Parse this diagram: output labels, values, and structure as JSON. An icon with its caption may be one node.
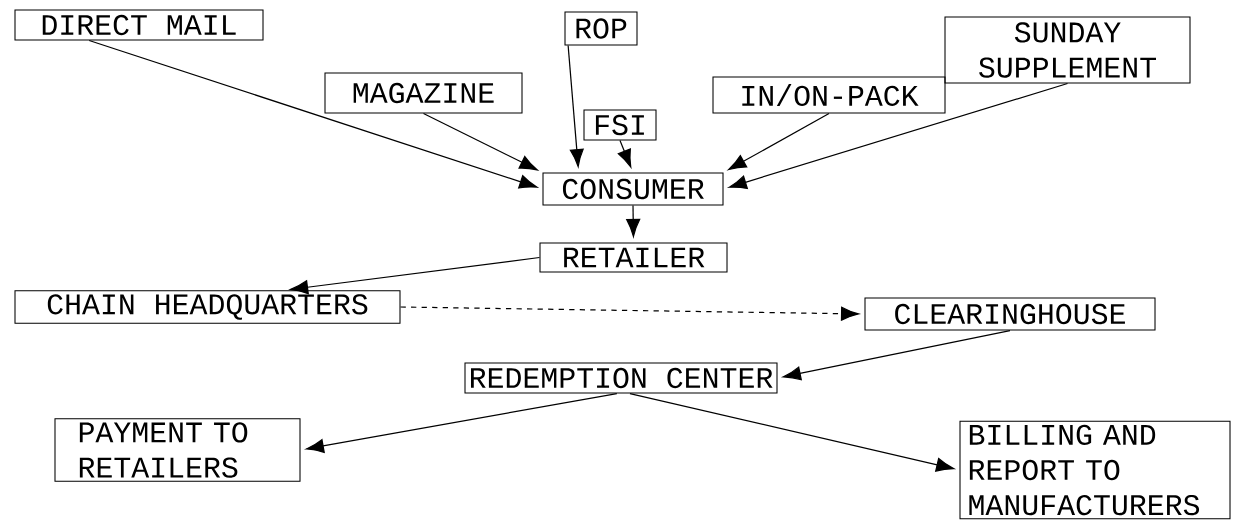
{
  "diagram": {
    "nodes": [
      {
        "text": [
          "DIRECT MAIL"
        ]
      },
      {
        "text": [
          "ROP"
        ]
      },
      {
        "text": [
          "SUNDAY SUPPLEMENT"
        ]
      },
      {
        "text": [
          "MAGAZINE"
        ]
      },
      {
        "text": [
          "IN/ON-PACK"
        ]
      },
      {
        "text": [
          "FSI"
        ]
      },
      {
        "text": [
          "CONSUMER"
        ]
      },
      {
        "text": [
          "RETAILER"
        ]
      },
      {
        "text": [
          "CHAIN HEADQUARTERS"
        ]
      },
      {
        "text": [
          "CLEARINGHOUSE"
        ]
      },
      {
        "text": [
          "REDEMPTION CENTER"
        ]
      },
      {
        "text": [
          "PAYMENT TO RETAILERS"
        ]
      },
      {
        "text": [
          "BILLING AND REPORT TO MANUFACTURERS"
        ]
      }
    ],
    "edges": [
      {
        "from": 0,
        "to": 6,
        "arrow": "to"
      },
      {
        "from": 3,
        "to": 6,
        "arrow": "to"
      },
      {
        "from": 1,
        "to": 6,
        "arrow": "to"
      },
      {
        "from": 5,
        "to": 6,
        "arrow": "to"
      },
      {
        "from": 4,
        "to": 6,
        "arrow": "to"
      },
      {
        "from": 2,
        "to": 6,
        "arrow": "to"
      },
      {
        "from": 6,
        "to": 7,
        "arrow": "to"
      },
      {
        "from": 7,
        "to": 8,
        "arrow": "to"
      },
      {
        "from": 8,
        "to": 9,
        "arrow": "to",
        "style": "dashed"
      },
      {
        "from": 9,
        "to": 10,
        "arrow": "to"
      },
      {
        "from": 10,
        "to": 11,
        "arrow": "to"
      },
      {
        "from": 10,
        "to": 12,
        "arrow": "to"
      }
    ]
  }
}
